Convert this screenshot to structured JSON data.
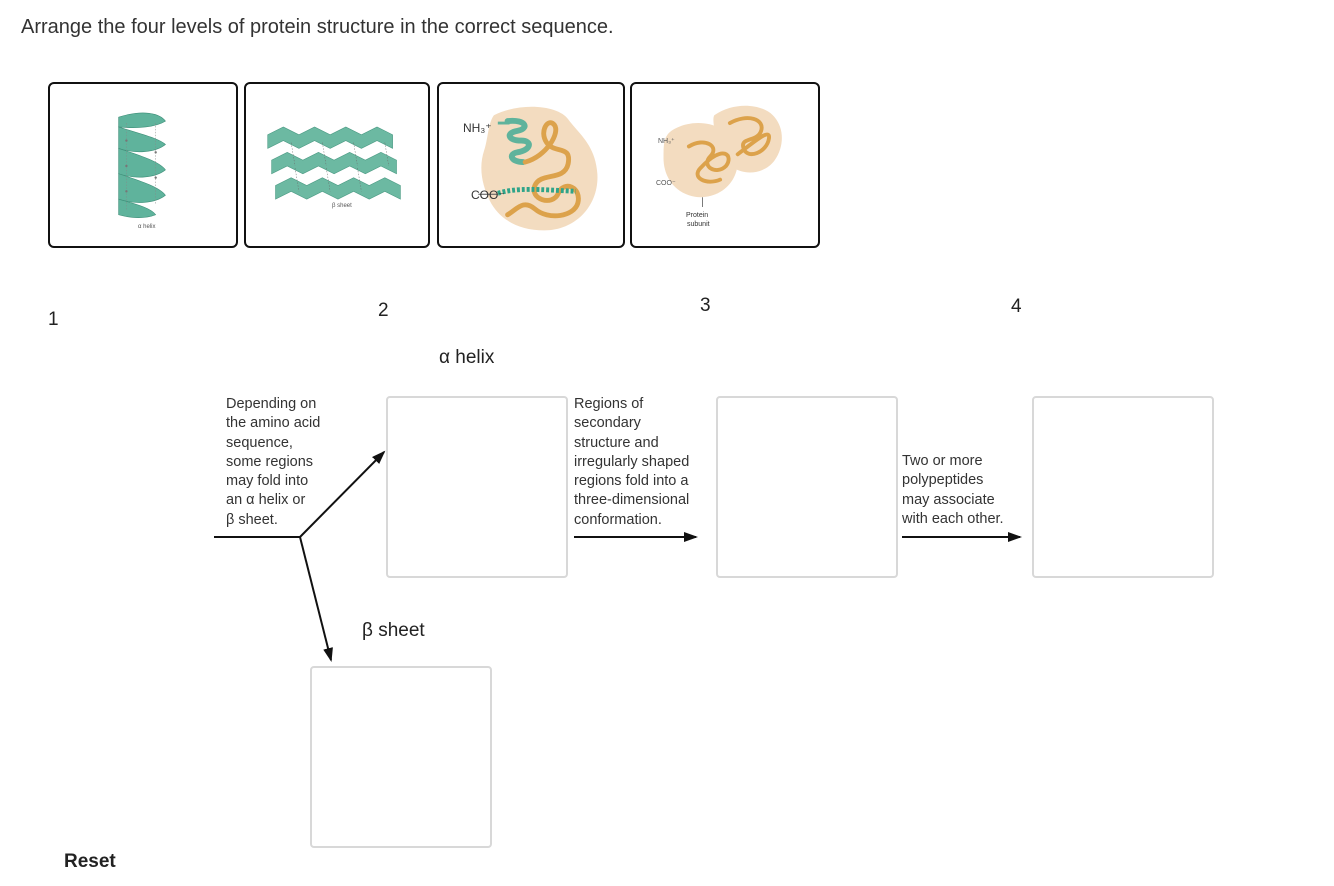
{
  "prompt": "Arrange the four levels of protein structure in the correct sequence.",
  "tiles": [
    {
      "caption": "α helix"
    },
    {
      "caption": "β sheet"
    },
    {
      "nh3": "NH₃⁺",
      "coo": "COO⁻"
    },
    {
      "caption_line1": "Protein",
      "caption_line2": "subunit"
    }
  ],
  "slots": {
    "one": "1",
    "two": "2",
    "three": "3",
    "four": "4"
  },
  "branch_labels": {
    "alpha": "α helix",
    "beta": "β sheet"
  },
  "descriptions": {
    "secondary": [
      "Depending on",
      "the amino acid",
      "sequence,",
      "some regions",
      "may fold into",
      "an α helix or",
      "β sheet."
    ],
    "tertiary": [
      "Regions of",
      "secondary",
      "structure and",
      "irregularly shaped",
      "regions fold into a",
      "three-dimensional",
      "conformation."
    ],
    "quaternary": [
      "Two or more",
      "polypeptides",
      "may associate",
      "with each other."
    ]
  },
  "reset_label": "Reset",
  "colors": {
    "helix_green": "#5fb39c",
    "sheet_green": "#6cb9a2",
    "tertiary_blob": "#f3dcc0",
    "coil_orange": "#dca24b",
    "tile_border": "#111111",
    "drop_border": "#d8d8d8"
  }
}
